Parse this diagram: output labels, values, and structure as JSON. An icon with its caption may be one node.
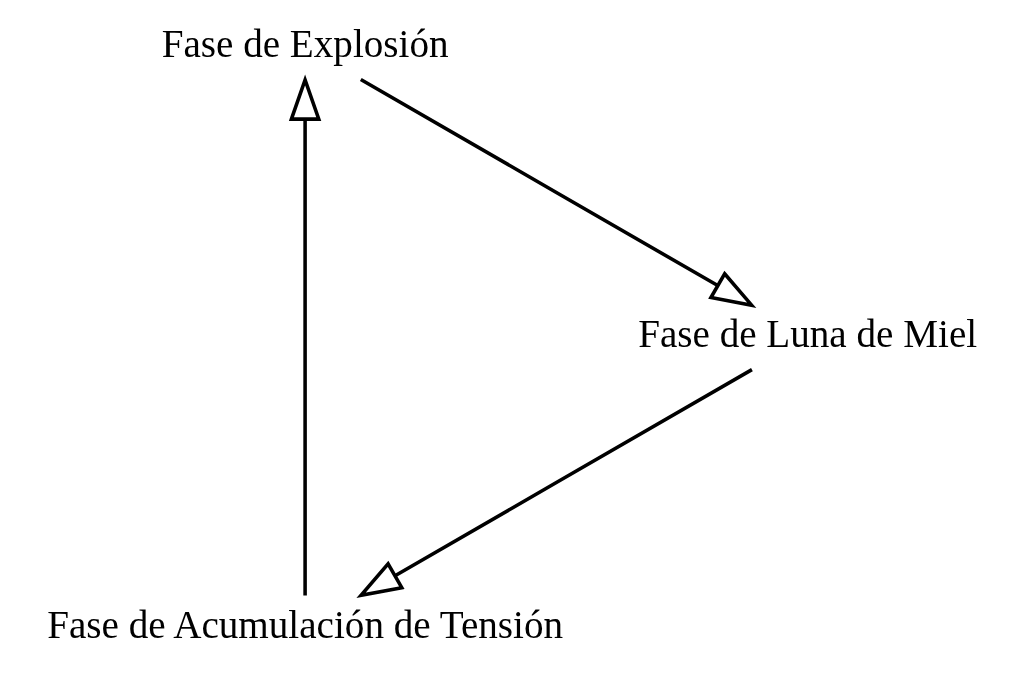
{
  "diagram": {
    "nodes": [
      {
        "text": [
          "Fase de Acumulación de Tensión"
        ]
      },
      {
        "text": [
          "Fase de Explosión"
        ]
      },
      {
        "text": [
          "Fase de Luna de Miel"
        ]
      }
    ],
    "edges": [
      {
        "from": 0,
        "to": 1,
        "arrow": "to"
      },
      {
        "from": 1,
        "to": 2,
        "arrow": "to"
      },
      {
        "from": 2,
        "to": 0,
        "arrow": "to"
      }
    ]
  }
}
